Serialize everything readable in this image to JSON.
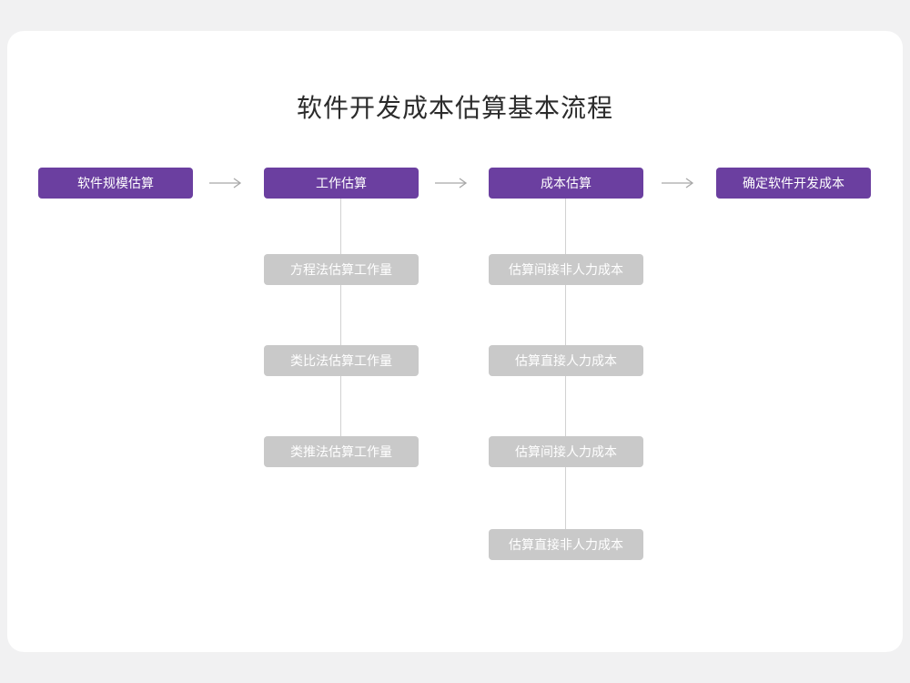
{
  "title": "软件开发成本估算基本流程",
  "colors": {
    "purple": "#6b3fa0",
    "gray_box": "#c9c9c9",
    "line": "#d2d2d2",
    "arrow": "#a8a8a8"
  },
  "flow": {
    "steps": [
      {
        "label": "软件规模估算",
        "children": []
      },
      {
        "label": "工作估算",
        "children": [
          "方程法估算工作量",
          "类比法估算工作量",
          "类推法估算工作量"
        ]
      },
      {
        "label": "成本估算",
        "children": [
          "估算间接非人力成本",
          "估算直接人力成本",
          "估算间接人力成本",
          "估算直接非人力成本"
        ]
      },
      {
        "label": "确定软件开发成本",
        "children": []
      }
    ]
  }
}
